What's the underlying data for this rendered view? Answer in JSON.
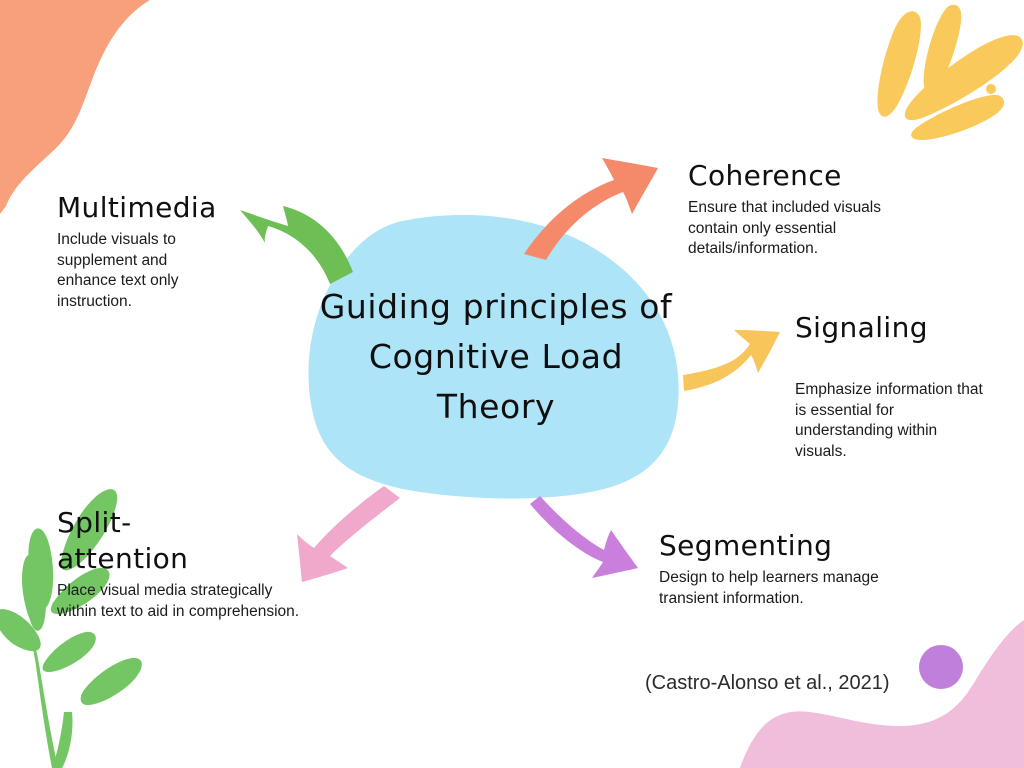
{
  "poster": {
    "center": {
      "text": "Guiding principles\nof Cognitive Load\nTheory",
      "shape_color": "#aee4f7"
    },
    "citation": "(Castro-Alonso et al., 2021)",
    "principles": [
      {
        "id": "multimedia",
        "title": "Multimedia",
        "body": "Include visuals to\nsupplement and\nenhance text only\ninstruction.",
        "arrow_color": "#6cbe55",
        "arrow_direction": "up-left"
      },
      {
        "id": "coherence",
        "title": "Coherence",
        "body": "Ensure that included visuals\ncontain only essential\ndetails/information.",
        "arrow_color": "#f58a6b",
        "arrow_direction": "up-right"
      },
      {
        "id": "signaling",
        "title": "Signaling",
        "body": "Emphasize information that\nis essential for\nunderstanding within\nvisuals.",
        "arrow_color": "#f7c55a",
        "arrow_direction": "right"
      },
      {
        "id": "split-attention",
        "title": "Split-\nattention",
        "body": "Place visual media strategically\nwithin text to aid in comprehension.",
        "arrow_color": "#f0a9ca",
        "arrow_direction": "down-left"
      },
      {
        "id": "segmenting",
        "title": "Segmenting",
        "body": "Design to help learners manage\ntransient information.",
        "arrow_color": "#c97fdb",
        "arrow_direction": "down-right"
      }
    ],
    "decorations": {
      "top_left_blob_color": "#f89f7c",
      "top_right_splash_color": "#f9c95c",
      "bottom_left_leaves_color": "#74c563",
      "bottom_right_blob_color": "#f0bddb",
      "bottom_right_dot_color": "#c07fda"
    }
  }
}
